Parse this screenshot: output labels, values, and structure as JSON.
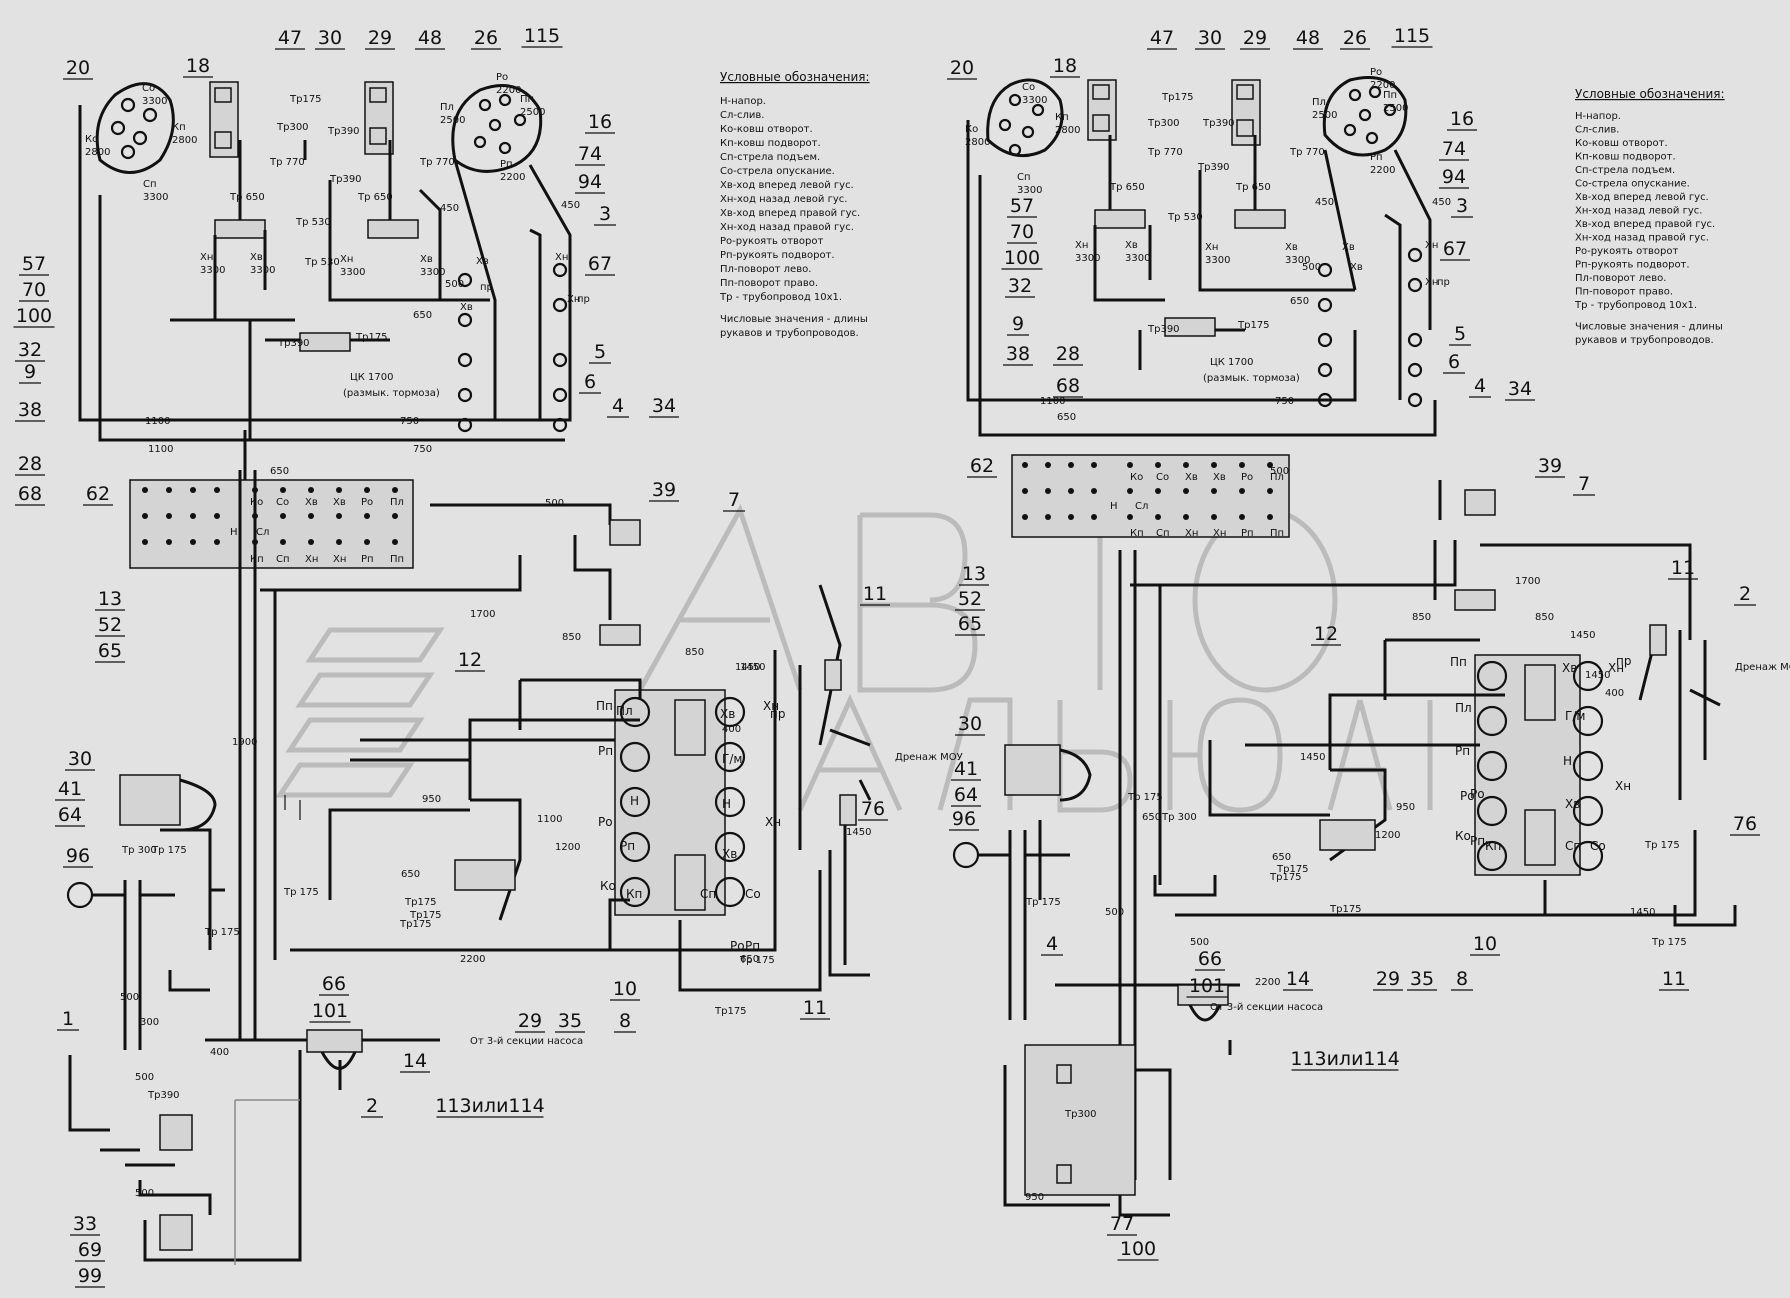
{
  "legend": {
    "left": {
      "title": "Условные обозначения:",
      "lines": [
        "Н-напор.",
        "Сл-слив.",
        "Ко-ковш отворот.",
        "Кп-ковш подворот.",
        "Сп-стрела подъем.",
        "Со-стрела опускание.",
        "Хв-ход вперед левой гус.",
        "Хн-ход назад левой гус.",
        "Хв-ход вперед правой гус.",
        "Хн-ход назад правой гус.",
        "Ро-рукоять отворот",
        "Рп-рукоять подворот.",
        "Пл-поворот лево.",
        "Пп-поворот право.",
        "Тр - трубопровод 10х1.",
        "Числовые значения - длины",
        "рукавов и трубопроводов."
      ]
    },
    "right": {
      "title": "Условные обозначения:",
      "lines": [
        "Н-напор.",
        "Сл-слив.",
        "Ко-ковш отворот.",
        "Кп-ковш подворот.",
        "Сп-стрела подъем.",
        "Со-стрела опускание.",
        "Хв-ход вперед левой гус.",
        "Хн-ход назад левой гус.",
        "Хв-ход вперед правой гус.",
        "Хн-ход назад правой гус.",
        "Ро-рукоять отворот",
        "Рп-рукоять подворот.",
        "Пл-поворот лево.",
        "Пп-поворот право.",
        "Тр - трубопровод 10х1.",
        "Числовые значения - длины",
        "рукавов и трубопроводов."
      ]
    }
  },
  "left": {
    "callouts": [
      "20",
      "18",
      "47",
      "30",
      "29",
      "48",
      "26",
      "115",
      "16",
      "74",
      "94",
      "3",
      "67",
      "5",
      "6",
      "57",
      "70",
      "100",
      "32",
      "9",
      "38",
      "28",
      "68",
      "62",
      "4",
      "34",
      "39",
      "7",
      "11",
      "12",
      "13",
      "52",
      "65",
      "30",
      "41",
      "64",
      "96",
      "1",
      "66",
      "101",
      "2",
      "113или114",
      "14",
      "29",
      "35",
      "8",
      "10",
      "11",
      "76",
      "33",
      "69",
      "99"
    ],
    "dims": [
      "Тр175",
      "Тр300",
      "Тр390",
      "Тр390",
      "Тр 770",
      "Тр 770",
      "Тр 650",
      "Тр 650",
      "Тр 530",
      "Тр 530",
      "Тр390",
      "Тр175",
      "450",
      "450",
      "500",
      "650",
      "1100",
      "750",
      "1100",
      "750",
      "650",
      "500",
      "1700",
      "850",
      "850",
      "1450",
      "1450",
      "400",
      "950",
      "1100",
      "1200",
      "650",
      "Тр175",
      "Тр175",
      "Тр175",
      "2200",
      "650",
      "1900",
      "Тр 175",
      "Тр 300",
      "Тр 175",
      "500",
      "500",
      "300",
      "400",
      "Тр390",
      "500",
      "Тр 175",
      "1450",
      "Тр 175",
      "Тр175"
    ],
    "ports": [
      "Со",
      "3300",
      "Ко",
      "2800",
      "Кп",
      "2800",
      "Сп",
      "3300",
      "Ро",
      "2200",
      "Пл",
      "2500",
      "Пп",
      "2500",
      "Рп",
      "2200",
      "Хн",
      "3300",
      "Хв",
      "3300",
      "Хн",
      "3300",
      "Хв",
      "3300",
      "Хв",
      "пр",
      "Хв",
      "Хн",
      "Хн",
      "пр"
    ],
    "block_labels": [
      "Ко",
      "Со",
      "Хв",
      "Хв",
      "Ро",
      "Пл",
      "Н",
      "Сл",
      "Кп",
      "Сп",
      "Хн",
      "Хн",
      "Рп",
      "Пп"
    ],
    "valve_labels": [
      "Пп",
      "Пл",
      "Рп",
      "Н",
      "Ро",
      "Рп",
      "Ко",
      "Кп",
      "Хв",
      "Г/м",
      "Н",
      "Хв",
      "Сп",
      "Со",
      "Хн",
      "пр",
      "Хн",
      "Ро",
      "Рп"
    ],
    "notes": [
      "ЦК 1700",
      "(размык. тормоза)",
      "Дренаж МОУ",
      "От 3-й секции насоса"
    ]
  },
  "right": {
    "callouts": [
      "20",
      "18",
      "47",
      "30",
      "29",
      "48",
      "26",
      "115",
      "16",
      "74",
      "94",
      "3",
      "67",
      "5",
      "6",
      "57",
      "70",
      "100",
      "32",
      "9",
      "38",
      "28",
      "68",
      "62",
      "4",
      "34",
      "39",
      "7",
      "11",
      "13",
      "52",
      "65",
      "12",
      "2",
      "30",
      "41",
      "64",
      "96",
      "76",
      "10",
      "4",
      "11",
      "66",
      "101",
      "14",
      "29",
      "35",
      "8",
      "113или114",
      "77",
      "100"
    ],
    "dims": [
      "Тр175",
      "Тр300",
      "Тр390",
      "Тр390",
      "Тр 770",
      "Тр 770",
      "Тр 650",
      "Тр 650",
      "Тр 530",
      "Тр390",
      "Тр175",
      "450",
      "450",
      "500",
      "650",
      "1100",
      "750",
      "650",
      "500",
      "1700",
      "850",
      "850",
      "1450",
      "1450",
      "400",
      "1450",
      "950",
      "1200",
      "650",
      "Тр175",
      "Тр175",
      "Тр175",
      "2200",
      "650",
      "Тр 175",
      "Тр 300",
      "Тр 175",
      "500",
      "500",
      "Тр 175",
      "1450",
      "Тр 175",
      "Тр300",
      "950"
    ],
    "ports": [
      "Со",
      "3300",
      "Ко",
      "2800",
      "Кп",
      "2800",
      "Сп",
      "3300",
      "Ро",
      "2200",
      "Пл",
      "2500",
      "Пп",
      "2500",
      "Рп",
      "2200",
      "Хн",
      "3300",
      "Хв",
      "3300",
      "Хн",
      "3300",
      "Хв",
      "3300",
      "Хв",
      "Хв",
      "Хн",
      "Хн",
      "пр"
    ],
    "block_labels": [
      "Ко",
      "Со",
      "Хв",
      "Хв",
      "Ро",
      "Пл",
      "Н",
      "Сл",
      "Кп",
      "Сп",
      "Хн",
      "Хн",
      "Рп",
      "Пп"
    ],
    "valve_labels": [
      "Пп",
      "Пл",
      "Рп",
      "Хв",
      "Г/м",
      "Н",
      "Ро",
      "Хв",
      "Ко",
      "Кп",
      "Сп",
      "Со",
      "пр",
      "Хн",
      "Хн",
      "Ро",
      "Рп"
    ],
    "notes": [
      "ЦК 1700",
      "(размык. тормоза)",
      "Дренаж МОУ",
      "От 3-й секции насоса"
    ]
  },
  "watermark": {
    "text": "АВТО АЛЬЯНС",
    "color": "#9a9a9a"
  },
  "colors": {
    "background": "#e2e2e2",
    "line": "#111111",
    "box_fill": "#d4d4d4"
  }
}
